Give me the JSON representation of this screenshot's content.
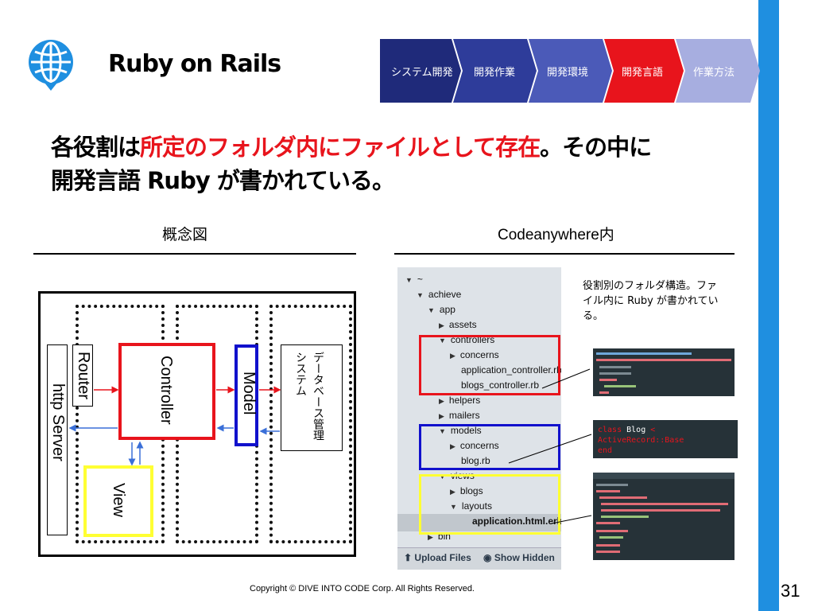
{
  "header": {
    "title": "Ruby on Rails",
    "steps": [
      {
        "label": "システム開発",
        "color": "#1f2a7a"
      },
      {
        "label": "開発作業",
        "color": "#2e3c9a"
      },
      {
        "label": "開発環境",
        "color": "#4b5ab8"
      },
      {
        "label": "開発言語",
        "color": "#e8141c"
      },
      {
        "label": "作業方法",
        "color": "#a7aee0"
      }
    ]
  },
  "headline": {
    "part1": "各役割は",
    "part2": "所定のフォルダ内にファイルとして存在",
    "part3": "。その中に",
    "line2": "開発言語 Ruby が書かれている。"
  },
  "left": {
    "heading": "概念図",
    "boxes": {
      "http_server": "http Server",
      "router": "Router",
      "controller": "Controller",
      "model": "Model",
      "view": "View",
      "database": "データベース管理システム"
    }
  },
  "right": {
    "heading": "Codeanywhere内",
    "tree": [
      {
        "label": "~",
        "indent": 0,
        "arrow": "down"
      },
      {
        "label": "achieve",
        "indent": 1,
        "arrow": "down"
      },
      {
        "label": "app",
        "indent": 2,
        "arrow": "down"
      },
      {
        "label": "assets",
        "indent": 3,
        "arrow": "right"
      },
      {
        "label": "controllers",
        "indent": 3,
        "arrow": "down"
      },
      {
        "label": "concerns",
        "indent": 4,
        "arrow": "right"
      },
      {
        "label": "application_controller.rb",
        "indent": 5,
        "arrow": ""
      },
      {
        "label": "blogs_controller.rb",
        "indent": 5,
        "arrow": ""
      },
      {
        "label": "helpers",
        "indent": 3,
        "arrow": "right"
      },
      {
        "label": "mailers",
        "indent": 3,
        "arrow": "right"
      },
      {
        "label": "models",
        "indent": 3,
        "arrow": "down"
      },
      {
        "label": "concerns",
        "indent": 4,
        "arrow": "right"
      },
      {
        "label": "blog.rb",
        "indent": 5,
        "arrow": ""
      },
      {
        "label": "views",
        "indent": 3,
        "arrow": "down"
      },
      {
        "label": "blogs",
        "indent": 4,
        "arrow": "right"
      },
      {
        "label": "layouts",
        "indent": 4,
        "arrow": "down"
      },
      {
        "label": "application.html.erb",
        "indent": 6,
        "arrow": ""
      },
      {
        "label": "bin",
        "indent": 2,
        "arrow": "right"
      }
    ],
    "upload_files": "Upload Files",
    "show_hidden": "Show Hidden",
    "note": "役割別のフォルダ構造。ファイル内に Ruby が書かれている。",
    "model_code_kw": "class",
    "model_code_name": "Blog",
    "model_code_rest": "< ActiveRecord::Base",
    "model_code_end": "end"
  },
  "footer": {
    "copyright": "Copyright © DIVE INTO CODE Corp. All Rights Reserved.",
    "page": "31"
  },
  "colors": {
    "accent_blue": "#1f8fe0",
    "red": "#e8141c",
    "blue": "#1111cc",
    "yellow": "#ffff33"
  }
}
